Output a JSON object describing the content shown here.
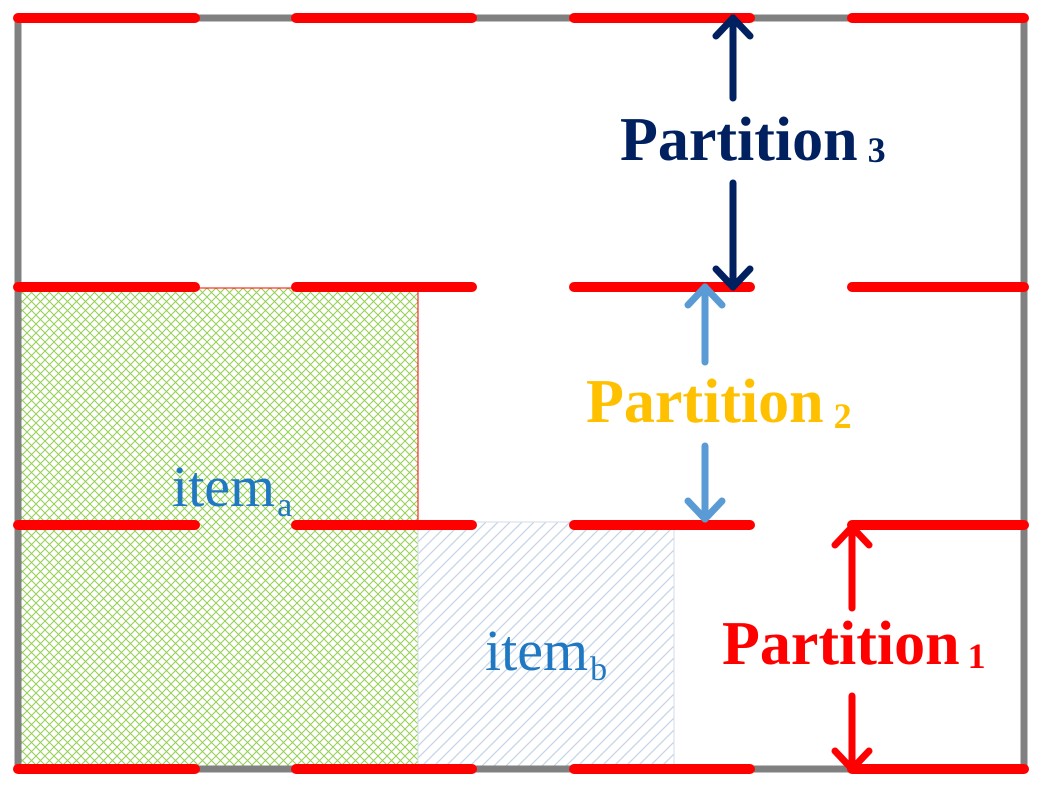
{
  "colors": {
    "frame": "#808080",
    "partition_line": "#ff0000",
    "partition_1": "#ff0000",
    "partition_2": "#ffc000",
    "partition_3": "#002060",
    "arrow_2": "#5b9bd5",
    "item_text": "#1f78c1",
    "item_a_hatch": "#92d050",
    "item_a_border": "#ff0000",
    "item_b_hatch": "#c5d3e8"
  },
  "labels": {
    "partition_3": {
      "main": "Partition",
      "sub": "3"
    },
    "partition_2": {
      "main": "Partition",
      "sub": "2"
    },
    "partition_1": {
      "main": "Partition",
      "sub": "1"
    },
    "item_a": {
      "main": "item",
      "sub": "a"
    },
    "item_b": {
      "main": "item",
      "sub": "b"
    }
  }
}
